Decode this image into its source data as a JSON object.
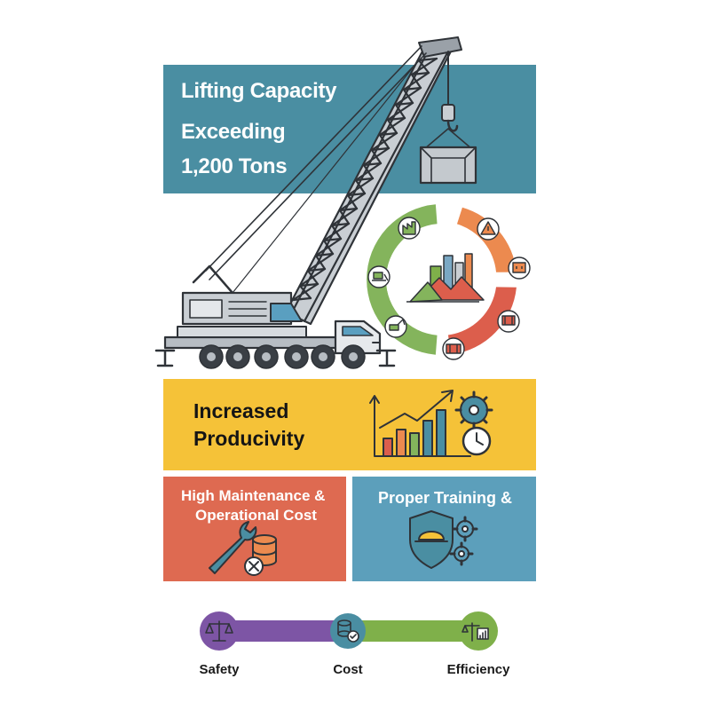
{
  "banner": {
    "line1": "Lifting Capacity",
    "line2": "Exceeding",
    "line3": "1,200 Tons"
  },
  "productivity": {
    "line1": "Increased",
    "line2": "Producivity"
  },
  "maintenance": {
    "line1": "High Maintenance &",
    "line2": "Operational Cost"
  },
  "training": {
    "label": "Proper Training &"
  },
  "timeline": {
    "nodes": [
      {
        "label": "Safety",
        "icon": "scales-icon",
        "color": "#7d55a5"
      },
      {
        "label": "Cost",
        "icon": "coins-check-icon",
        "color": "#4a8ea2"
      },
      {
        "label": "Efficiency",
        "icon": "scales-chart-icon",
        "color": "#7fb04a"
      }
    ]
  },
  "colors": {
    "banner": "#4a8ea2",
    "yellow": "#f5c238",
    "red": "#de6a51",
    "blue": "#5c9fbb",
    "purple": "#7d55a5",
    "green": "#7fb04a"
  },
  "icons": {
    "hero": "mobile-crane-illustration",
    "cycle": "environmental-cycle-ring",
    "growth": "growth-chart-gear-clock-icon",
    "maintenance": "wrench-coins-icon",
    "training": "shield-helmet-gears-icon"
  }
}
